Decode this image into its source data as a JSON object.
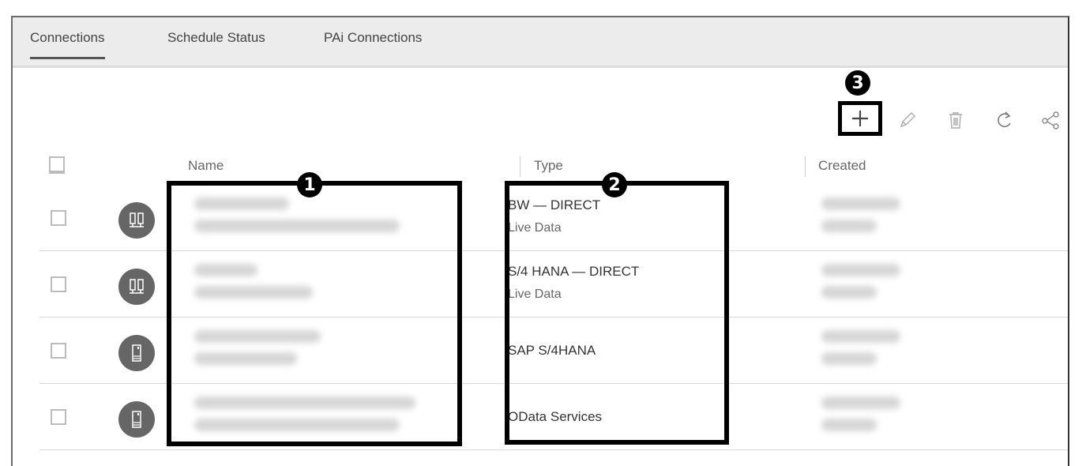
{
  "tabs": [
    {
      "label": "Connections",
      "active": true
    },
    {
      "label": "Schedule Status",
      "active": false
    },
    {
      "label": "PAi Connections",
      "active": false
    }
  ],
  "toolbar": {
    "add_icon": "plus-icon",
    "edit_icon": "pencil-icon",
    "delete_icon": "trash-icon",
    "refresh_icon": "refresh-icon",
    "share_icon": "share-icon"
  },
  "callouts": {
    "name_column": "1",
    "type_column": "2",
    "add_button": "3"
  },
  "table": {
    "columns": {
      "name": "Name",
      "type": "Type",
      "created": "Created"
    },
    "rows": [
      {
        "icon": "live-connection-icon",
        "type_main": "BW — DIRECT",
        "type_sub": "Live Data"
      },
      {
        "icon": "live-connection-icon",
        "type_main": "S/4 HANA — DIRECT",
        "type_sub": "Live Data"
      },
      {
        "icon": "import-connection-icon",
        "type_main": "SAP S/4HANA",
        "type_sub": ""
      },
      {
        "icon": "import-connection-icon",
        "type_main": "OData Services",
        "type_sub": ""
      }
    ]
  },
  "colors": {
    "tab_bar_bg": "#ececec",
    "callout": "#000000",
    "row_icon_bg": "#666666",
    "divider": "#d8d8d8"
  }
}
